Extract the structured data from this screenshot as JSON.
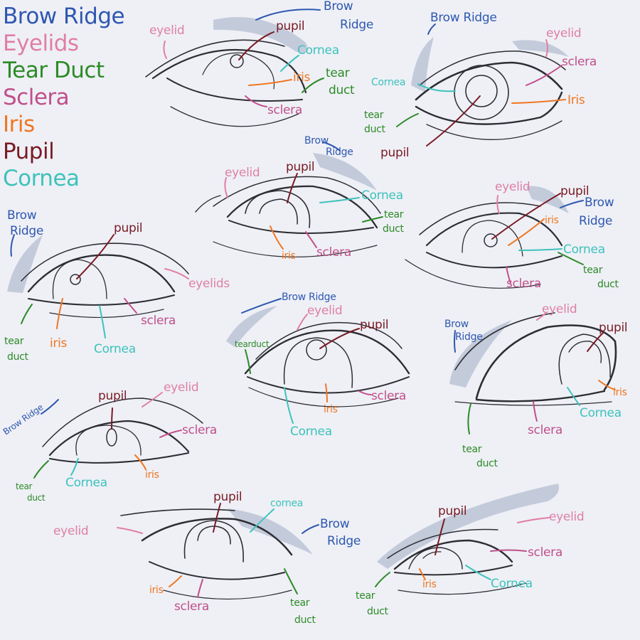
{
  "legend": {
    "brow_ridge": "Brow Ridge",
    "eyelids": "Eyelids",
    "tear_duct": "Tear Duct",
    "sclera": "Sclera",
    "iris": "Iris",
    "pupil": "Pupil",
    "cornea": "Cornea"
  },
  "colors": {
    "brow": "#2f57b0",
    "eyelid": "#e07fa4",
    "tear": "#2d8a26",
    "sclera": "#c14f8a",
    "iris": "#f0761f",
    "pupil": "#7a1a22",
    "cornea": "#3ec2bb",
    "ink": "#2d2d33",
    "shadow": "#c3cbdb",
    "background": "#eef0f6"
  },
  "eye1": {
    "eyelid": "eyelid",
    "pupil": "pupil",
    "brow_1": "Brow",
    "brow_2": "Ridge",
    "cornea": "Cornea",
    "iris": "iris",
    "tear_1": "tear",
    "tear_2": "duct",
    "sclera": "sclera"
  },
  "eye2": {
    "brow": "Brow Ridge",
    "eyelid": "eyelid",
    "sclera": "sclera",
    "cornea": "Cornea",
    "iris": "Iris",
    "tear_1": "tear",
    "tear_2": "duct",
    "pupil": "pupil"
  },
  "eye3": {
    "eyelid": "eyelid",
    "pupil": "pupil",
    "brow_1": "Brow",
    "brow_2": "Ridge",
    "cornea": "Cornea",
    "tear_1": "tear",
    "tear_2": "duct",
    "iris": "iris",
    "sclera": "sclera"
  },
  "eye4": {
    "brow_1": "Brow",
    "brow_2": "Ridge",
    "pupil": "pupil",
    "eyelids": "eyelids",
    "sclera": "sclera",
    "tear_1": "tear",
    "tear_2": "duct",
    "iris": "iris",
    "cornea": "Cornea"
  },
  "eye5": {
    "eyelid": "eyelid",
    "pupil": "pupil",
    "brow_1": "Brow",
    "brow_2": "Ridge",
    "iris": "iris",
    "cornea": "Cornea",
    "tear_1": "tear",
    "tear_2": "duct",
    "sclera": "sclera"
  },
  "eye6": {
    "brow": "Brow Ridge",
    "eyelid": "eyelid",
    "pupil": "pupil",
    "tear": "tearduct",
    "sclera": "sclera",
    "iris": "iris",
    "cornea": "Cornea"
  },
  "eye7": {
    "brow_1": "Brow",
    "brow_2": "Ridge",
    "eyelid": "eyelid",
    "pupil": "pupil",
    "iris": "iris",
    "cornea": "Cornea",
    "sclera": "sclera",
    "tear_1": "tear",
    "tear_2": "duct"
  },
  "eye8": {
    "brow": "Brow Ridge",
    "pupil": "pupil",
    "eyelid": "eyelid",
    "sclera": "sclera",
    "iris": "iris",
    "tear_1": "tear",
    "tear_2": "duct",
    "cornea": "Cornea"
  },
  "eye9": {
    "eyelid": "eyelid",
    "pupil": "pupil",
    "cornea": "cornea",
    "brow_1": "Brow",
    "brow_2": "Ridge",
    "iris": "iris",
    "sclera": "sclera",
    "tear_1": "tear",
    "tear_2": "duct"
  },
  "eye10": {
    "pupil": "pupil",
    "eyelid": "eyelid",
    "sclera": "sclera",
    "cornea": "Cornea",
    "iris": "iris",
    "tear_1": "tear",
    "tear_2": "duct"
  }
}
